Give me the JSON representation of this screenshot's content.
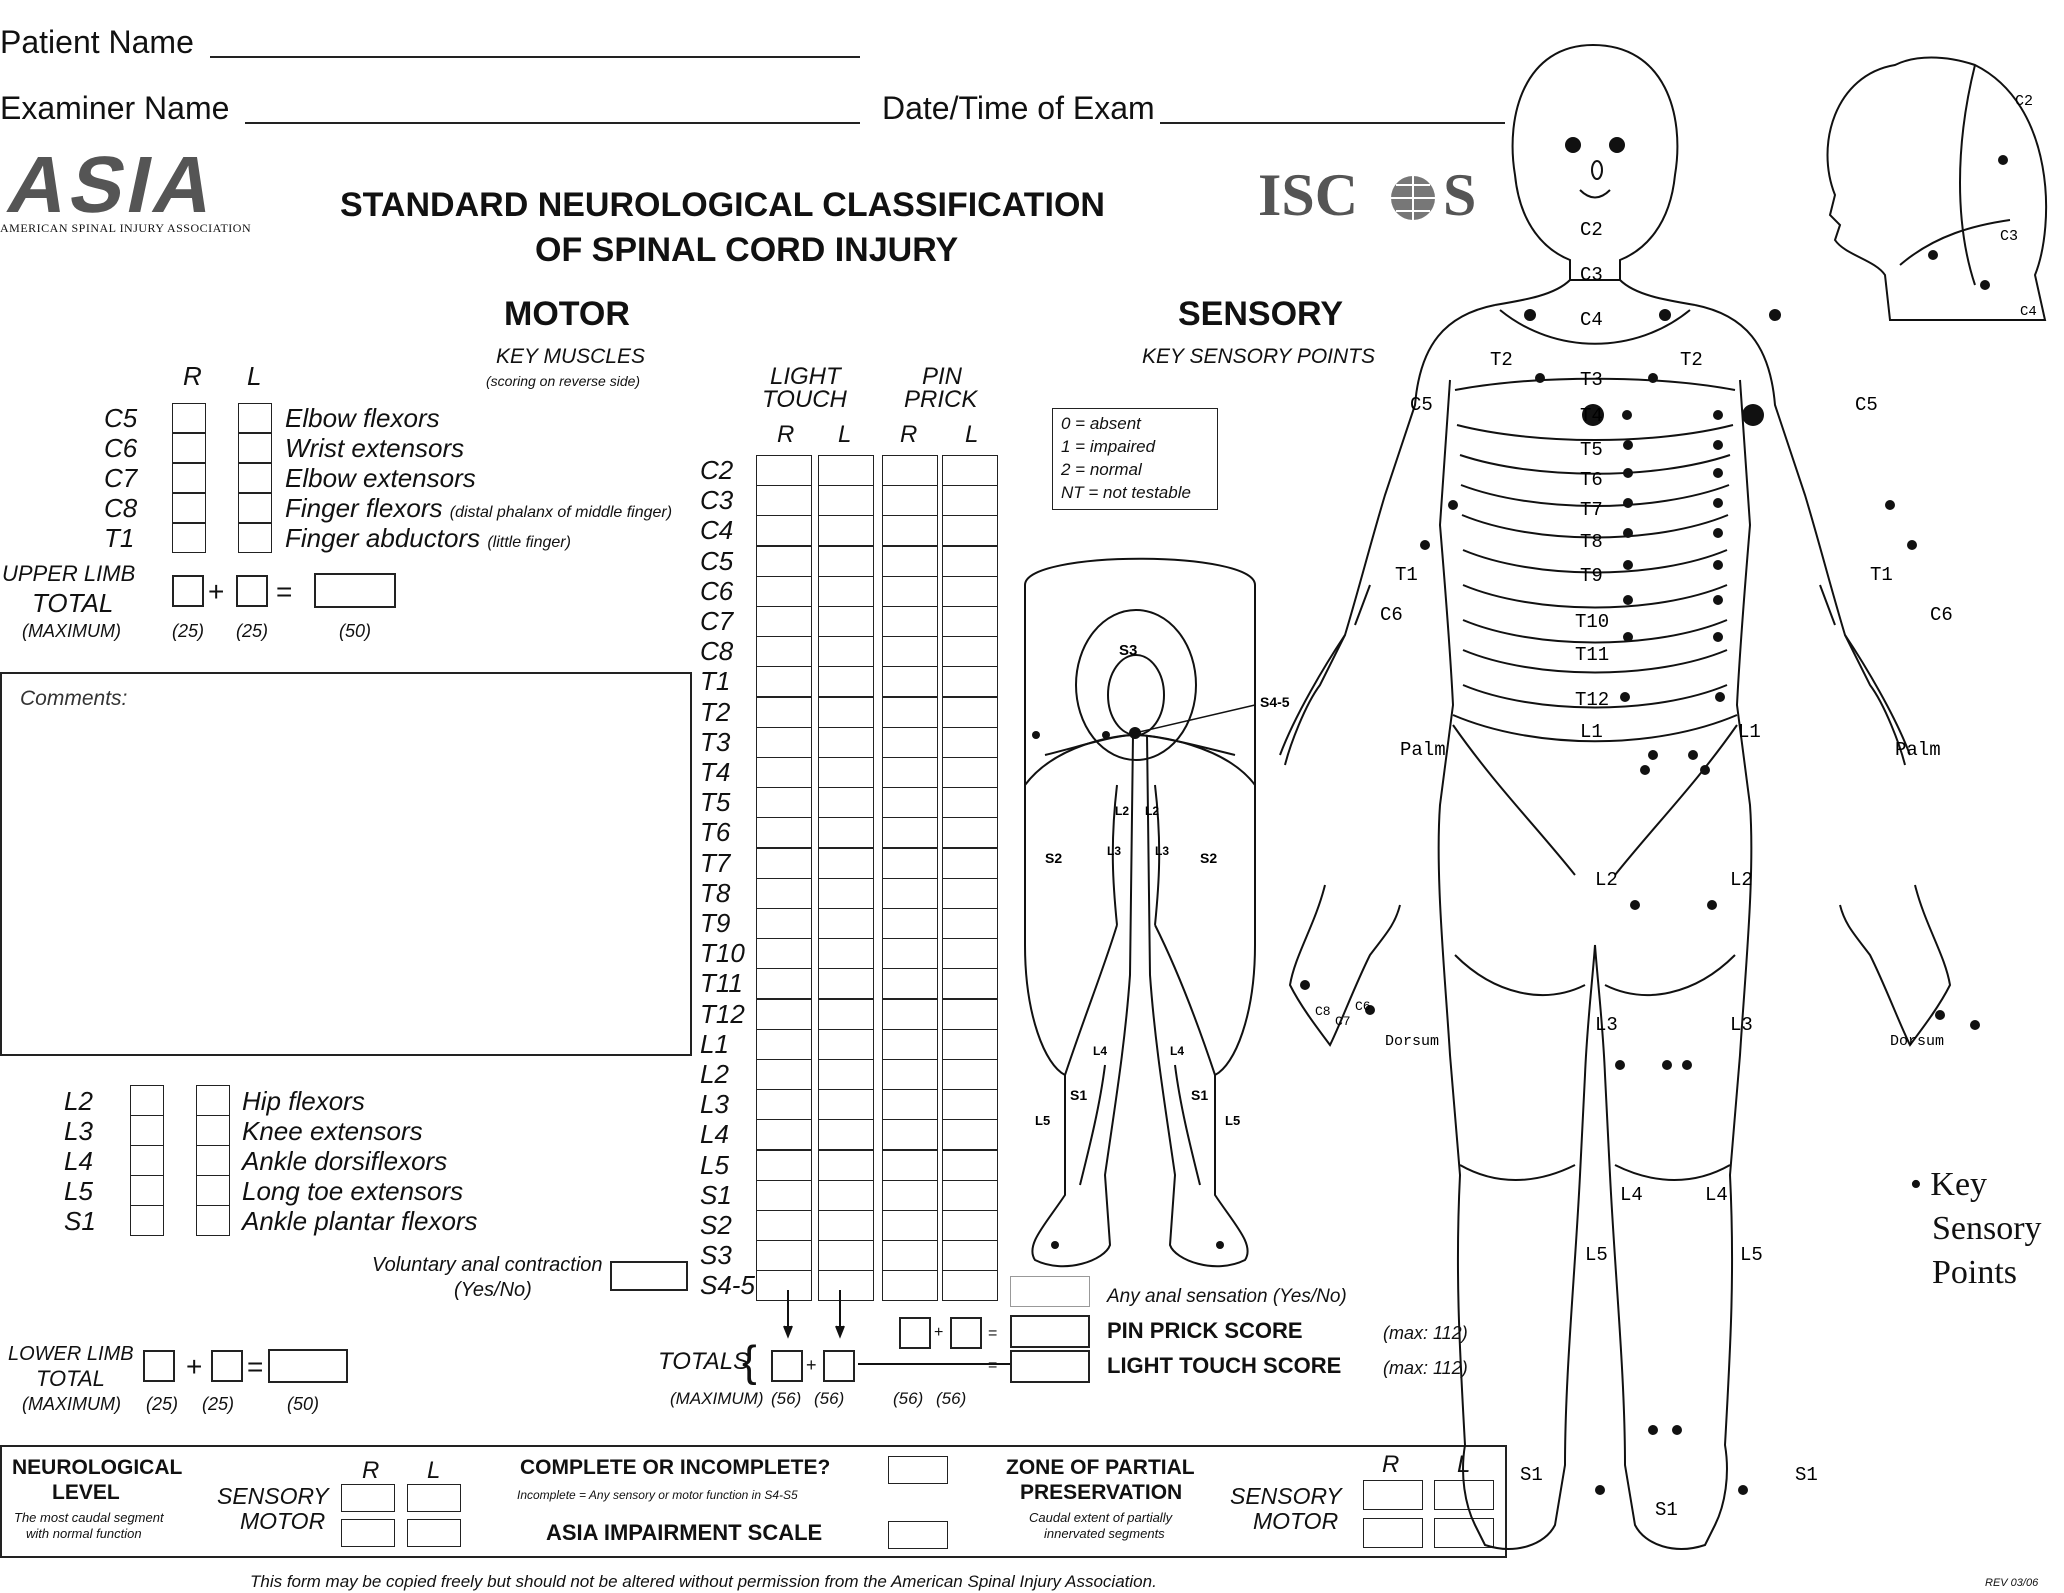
{
  "header": {
    "patient_label": "Patient Name",
    "examiner_label": "Examiner Name",
    "date_label": "Date/Time of Exam",
    "title_line1": "STANDARD NEUROLOGICAL CLASSIFICATION",
    "title_line2": "OF SPINAL CORD INJURY",
    "asia_logo": "ASIA",
    "asia_sub": "AMERICAN SPINAL INJURY ASSOCIATION",
    "iscos_logo_left": "ISC",
    "iscos_logo_right": "S"
  },
  "motor": {
    "title": "MOTOR",
    "subtitle": "KEY MUSCLES",
    "subnote": "(scoring on reverse side)",
    "col_r": "R",
    "col_l": "L",
    "upper": [
      {
        "seg": "C5",
        "muscle": "Elbow flexors",
        "note": ""
      },
      {
        "seg": "C6",
        "muscle": "Wrist extensors",
        "note": ""
      },
      {
        "seg": "C7",
        "muscle": "Elbow extensors",
        "note": ""
      },
      {
        "seg": "C8",
        "muscle": "Finger flexors",
        "note": "(distal phalanx of middle finger)"
      },
      {
        "seg": "T1",
        "muscle": "Finger abductors",
        "note": "(little finger)"
      }
    ],
    "upper_total_label1": "UPPER LIMB",
    "upper_total_label2": "TOTAL",
    "maximum_label": "(MAXIMUM)",
    "max_25a": "(25)",
    "max_25b": "(25)",
    "max_50": "(50)",
    "plus": "+",
    "equals": "=",
    "comments_label": "Comments:",
    "lower": [
      {
        "seg": "L2",
        "muscle": "Hip flexors"
      },
      {
        "seg": "L3",
        "muscle": "Knee extensors"
      },
      {
        "seg": "L4",
        "muscle": "Ankle dorsiflexors"
      },
      {
        "seg": "L5",
        "muscle": "Long toe extensors"
      },
      {
        "seg": "S1",
        "muscle": "Ankle plantar flexors"
      }
    ],
    "anal_label1": "Voluntary anal contraction",
    "anal_label2": "(Yes/No)",
    "lower_total_label1": "LOWER LIMB",
    "lower_total_label2": "TOTAL"
  },
  "sensory": {
    "title": "SENSORY",
    "subtitle": "KEY SENSORY POINTS",
    "lt_label1": "LIGHT",
    "lt_label2": "TOUCH",
    "pp_label1": "PIN",
    "pp_label2": "PRICK",
    "col_r": "R",
    "col_l": "L",
    "segments": [
      "C2",
      "C3",
      "C4",
      "C5",
      "C6",
      "C7",
      "C8",
      "T1",
      "T2",
      "T3",
      "T4",
      "T5",
      "T6",
      "T7",
      "T8",
      "T9",
      "T10",
      "T11",
      "T12",
      "L1",
      "L2",
      "L3",
      "L4",
      "L5",
      "S1",
      "S2",
      "S3",
      "S4-5"
    ],
    "legend": [
      "0 = absent",
      "1 = impaired",
      "2 = normal",
      "NT = not testable"
    ],
    "totals_label": "TOTALS",
    "max_56": [
      "(56)",
      "(56)",
      "(56)",
      "(56)"
    ],
    "any_anal": "Any anal sensation (Yes/No)",
    "pin_score": "PIN PRICK SCORE",
    "lt_score": "LIGHT TOUCH SCORE",
    "max_112a": "(max: 112)",
    "max_112b": "(max: 112)"
  },
  "bottom": {
    "neuro_level1": "NEUROLOGICAL",
    "neuro_level2": "LEVEL",
    "neuro_note1": "The most caudal segment",
    "neuro_note2": "with normal function",
    "sensory": "SENSORY",
    "motor": "MOTOR",
    "r": "R",
    "l": "L",
    "complete": "COMPLETE OR INCOMPLETE?",
    "incomplete_note": "Incomplete = Any sensory or motor function in S4-S5",
    "asia_scale": "ASIA IMPAIRMENT SCALE",
    "zone1": "ZONE OF PARTIAL",
    "zone2": "PRESERVATION",
    "zone_note1": "Caudal extent of partially",
    "zone_note2": "innervated segments",
    "sensory2": "SENSORY",
    "motor2": "MOTOR",
    "r2": "R",
    "l2": "L"
  },
  "footer": {
    "notice": "This form may be copied freely but should not be altered without permission from the American Spinal Injury Association.",
    "rev": "REV 03/06"
  },
  "diagram": {
    "key1": "• Key",
    "key2": "Sensory",
    "key3": "Points",
    "dermatomes": {
      "c2": "C2",
      "c3": "C3",
      "c4": "C4",
      "t2l": "T2",
      "t2r": "T2",
      "t3": "T3",
      "t4": "T4",
      "t5": "T5",
      "t6": "T6",
      "t7": "T7",
      "t8": "T8",
      "t9": "T9",
      "t10": "T10",
      "t11": "T11",
      "t12": "T12",
      "c5l": "C5",
      "c5r": "C5",
      "t1l": "T1",
      "t1r": "T1",
      "c6l": "C6",
      "c6r": "C6",
      "l1l": "L1",
      "l1r": "L1",
      "palml": "Palm",
      "palmr": "Palm",
      "l2l": "L2",
      "l2r": "L2",
      "l3l": "L3",
      "l3r": "L3",
      "l4l": "L4",
      "l4r": "L4",
      "l5l": "L5",
      "l5r": "L5",
      "s1l": "S1",
      "s1r": "S1",
      "s1c": "S1",
      "dorsuml": "Dorsum",
      "dorsumr": "Dorsum",
      "hc2": "C2",
      "hc3": "C3",
      "hc4": "C4",
      "bs3": "S3",
      "bs45": "S4-5",
      "bs2l": "S2",
      "bs2r": "S2",
      "bl2l": "L2",
      "bl2r": "L2",
      "bl3l": "L3",
      "bl3r": "L3",
      "bl4l": "L4",
      "bl4r": "L4",
      "bs1l": "S1",
      "bs1r": "S1",
      "bl5l": "L5",
      "bl5r": "L5",
      "hc8": "C8",
      "hc7": "C7",
      "hc6": "C6"
    }
  }
}
